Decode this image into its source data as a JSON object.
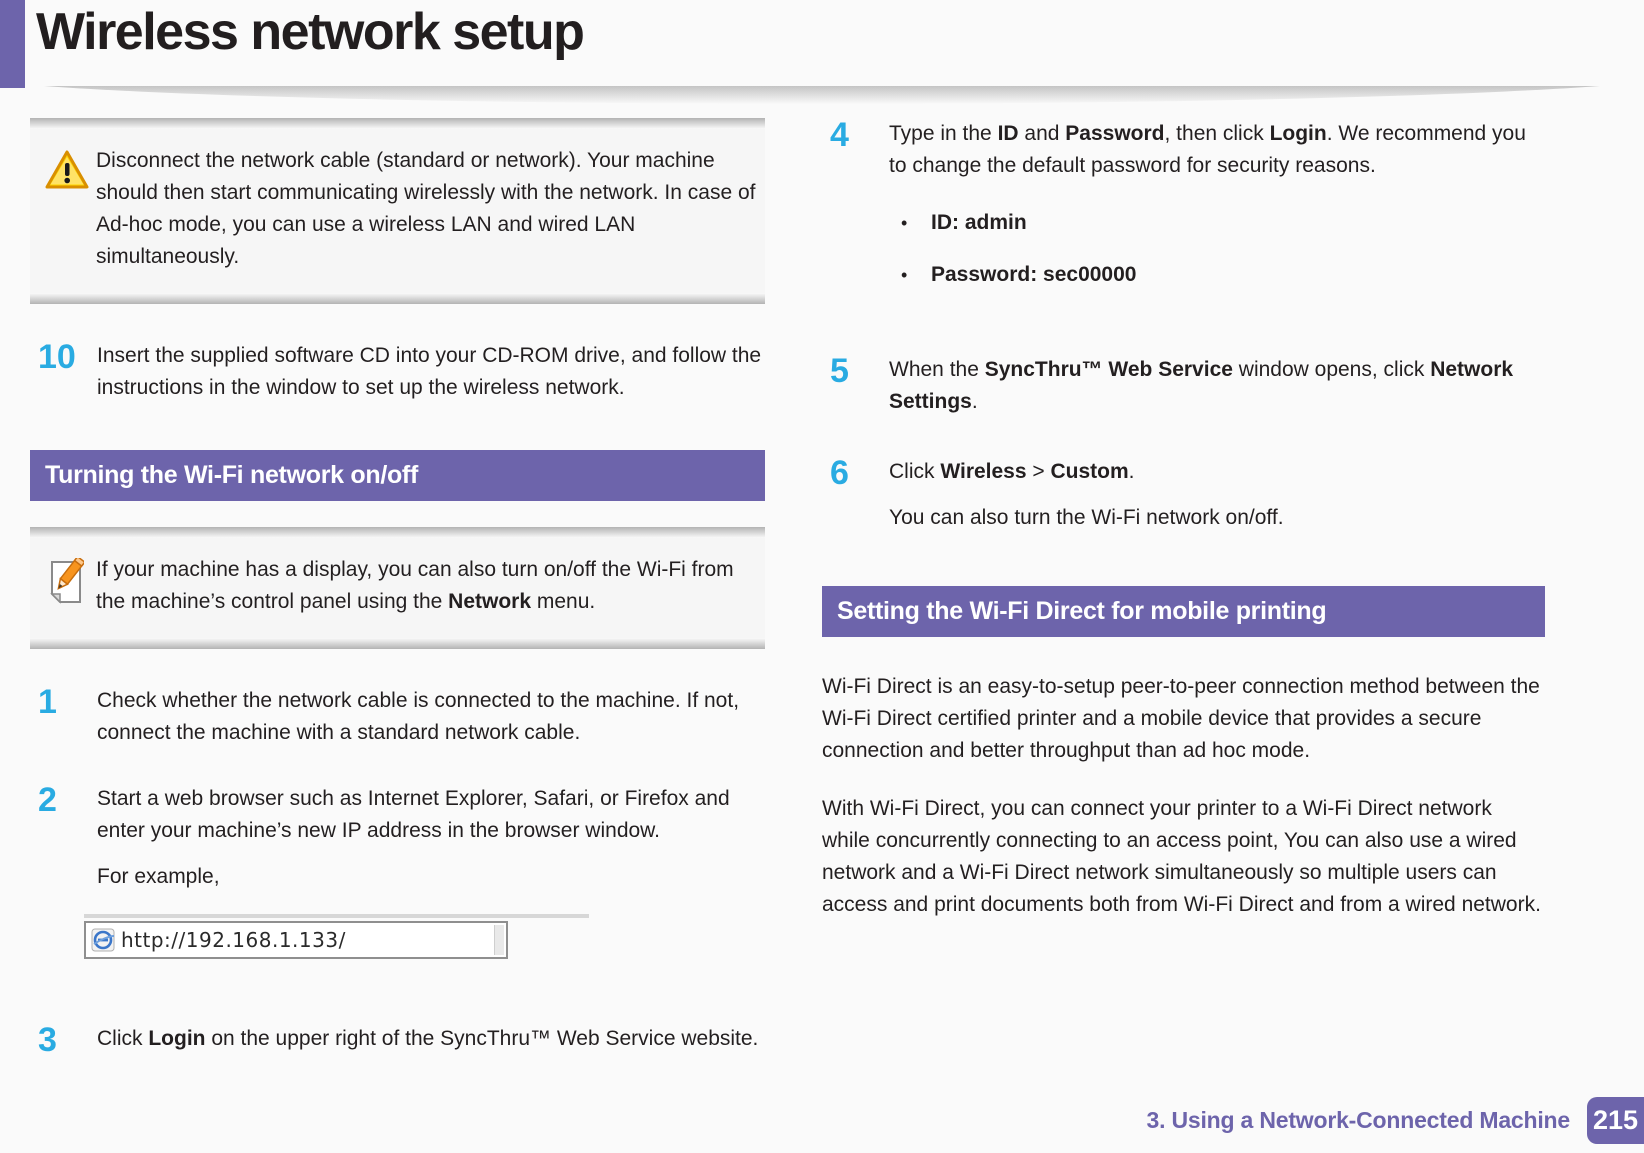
{
  "page": {
    "title": "Wireless network setup",
    "accent_color": "#6d64ab",
    "step_number_color": "#29abe2"
  },
  "left": {
    "warning_note": {
      "icon": "warning-icon",
      "segments": [
        {
          "t": "Disconnect the network cable (standard or network). Your machine should then start communicating wirelessly with the network. In case of Ad-hoc mode, you can use a wireless LAN and wired LAN simultaneously."
        }
      ]
    },
    "step10": {
      "num": "10",
      "segments": [
        {
          "t": "Insert the supplied software CD into your CD-ROM drive, and follow the instructions in the window to set up the wireless network."
        }
      ]
    },
    "section_header": "Turning the Wi-Fi network on/off",
    "info_note": {
      "icon": "note-icon",
      "segments": [
        {
          "t": "If your machine has a display, you can also turn on/off the Wi-Fi from the machine’s control panel using the "
        },
        {
          "t": "Network",
          "b": true
        },
        {
          "t": " menu."
        }
      ]
    },
    "step1": {
      "num": "1",
      "segments": [
        {
          "t": "Check whether the network cable is connected to the machine. If not, connect the machine with a standard network cable."
        }
      ]
    },
    "step2": {
      "num": "2",
      "segments": [
        {
          "t": "Start a web browser such as Internet Explorer, Safari, or Firefox and enter your machine’s new IP address in the browser window."
        }
      ],
      "example_label": "For example,",
      "address_bar": {
        "icon": "internet-explorer-icon",
        "url": "http://192.168.1.133/"
      }
    },
    "step3": {
      "num": "3",
      "segments": [
        {
          "t": "Click "
        },
        {
          "t": "Login",
          "b": true
        },
        {
          "t": " on the upper right of the SyncThru™ Web Service website."
        }
      ]
    }
  },
  "right": {
    "step4": {
      "num": "4",
      "segments": [
        {
          "t": "Type in the "
        },
        {
          "t": "ID",
          "b": true
        },
        {
          "t": " and "
        },
        {
          "t": "Password",
          "b": true
        },
        {
          "t": ", then click "
        },
        {
          "t": "Login",
          "b": true
        },
        {
          "t": ". We recommend you to change the default password for security reasons."
        }
      ],
      "bullet_char": "•",
      "bullets": [
        {
          "label": "ID: admin"
        },
        {
          "label": "Password: sec00000"
        }
      ]
    },
    "step5": {
      "num": "5",
      "segments": [
        {
          "t": "When the "
        },
        {
          "t": "SyncThru™ Web Service",
          "b": true
        },
        {
          "t": " window opens, click "
        },
        {
          "t": "Network Settings",
          "b": true
        },
        {
          "t": "."
        }
      ]
    },
    "step6": {
      "num": "6",
      "segments": [
        {
          "t": "Click "
        },
        {
          "t": "Wireless",
          "b": true
        },
        {
          "t": " > "
        },
        {
          "t": "Custom",
          "b": true
        },
        {
          "t": "."
        }
      ],
      "subtext": "You can also turn the Wi-Fi network on/off."
    },
    "section_header": "Setting the Wi-Fi Direct for mobile printing",
    "para1": "Wi-Fi Direct is an easy-to-setup peer-to-peer connection method between the Wi-Fi Direct certified printer and a mobile device that provides a secure connection and better throughput than ad hoc mode.",
    "para2": "With Wi-Fi Direct, you can connect your printer to a Wi-Fi Direct network while concurrently connecting to an access point, You can also use a wired network and a Wi-Fi Direct network simultaneously so multiple users can access and print documents both from Wi-Fi Direct and from a wired network."
  },
  "footer": {
    "chapter": "3.  Using a Network-Connected Machine",
    "page_number": "215"
  }
}
